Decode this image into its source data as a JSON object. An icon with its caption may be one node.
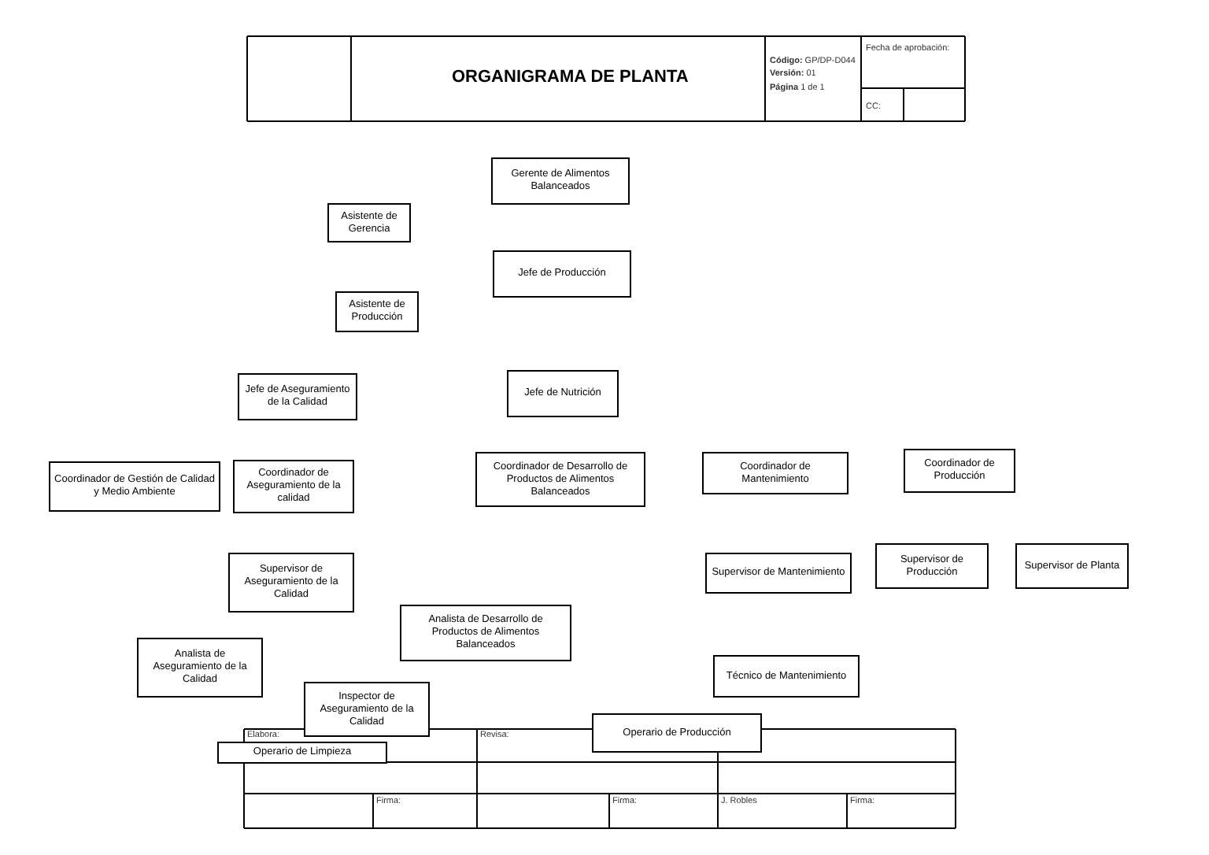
{
  "diagram": {
    "title": "ORGANIGRAMA DE PLANTA",
    "nodes": [
      {
        "text": [
          "Gerente de Alimentos Balanceados"
        ]
      },
      {
        "text": [
          "Asistente de Gerencia"
        ]
      },
      {
        "text": [
          "Jefe de Producción"
        ]
      },
      {
        "text": [
          "Asistente de Producción"
        ]
      },
      {
        "text": [
          "Jefe de Aseguramiento de la Calidad"
        ]
      },
      {
        "text": [
          "Jefe de Nutrición"
        ]
      },
      {
        "text": [
          "Coordinador de Gestión de Calidad y Medio Ambiente"
        ]
      },
      {
        "text": [
          "Coordinador de Aseguramiento de la calidad"
        ]
      },
      {
        "text": [
          "Coordinador de Desarrollo de Productos de Alimentos Balanceados"
        ]
      },
      {
        "text": [
          "Coordinador de Mantenimiento"
        ]
      },
      {
        "text": [
          "Coordinador de Producción"
        ]
      },
      {
        "text": [
          "Supervisor de Aseguramiento de la Calidad"
        ]
      },
      {
        "text": [
          "Supervisor de Mantenimiento"
        ]
      },
      {
        "text": [
          "Supervisor de Producción"
        ]
      },
      {
        "text": [
          "Supervisor de Planta"
        ]
      },
      {
        "text": [
          "Analista de Desarrollo de Productos de Alimentos Balanceados"
        ]
      },
      {
        "text": [
          "Analista de Aseguramiento de la Calidad"
        ]
      },
      {
        "text": [
          "Técnico de Mantenimiento"
        ]
      },
      {
        "text": [
          "Inspector de Aseguramiento de la Calidad"
        ]
      },
      {
        "text": [
          "Operario de Producción"
        ]
      },
      {
        "text": [
          "Operario de Limpieza"
        ]
      }
    ],
    "labels": [
      "**Código:** GP/DP-D044",
      "**Versión:** 01",
      "**Página** 1 de 1",
      "Fecha de aprobación:",
      "CC:",
      "Elabora:",
      "Revisa:",
      "Firma:",
      "Firma:",
      "J. Robles",
      "Firma:"
    ]
  }
}
